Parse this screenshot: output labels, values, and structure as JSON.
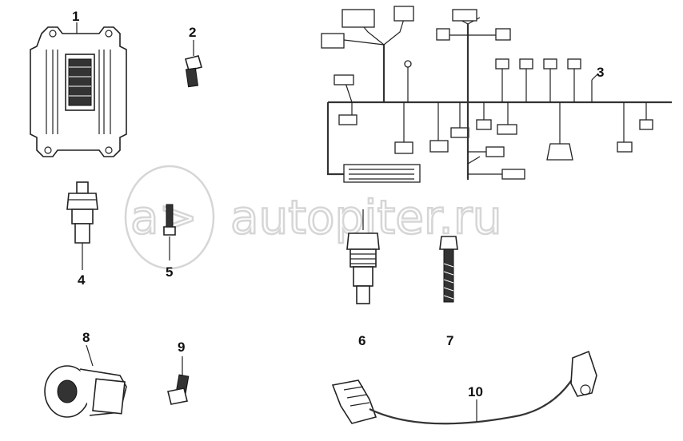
{
  "watermark": {
    "text": "autopiter.ru",
    "logo_glyph": "a>",
    "color": "#d6d6d6"
  },
  "callouts": {
    "c1": "1",
    "c2": "2",
    "c3": "3",
    "c4": "4",
    "c5": "5",
    "c6": "6",
    "c7": "7",
    "c8": "8",
    "c9": "9",
    "c10": "10"
  },
  "line_color": "#222222"
}
